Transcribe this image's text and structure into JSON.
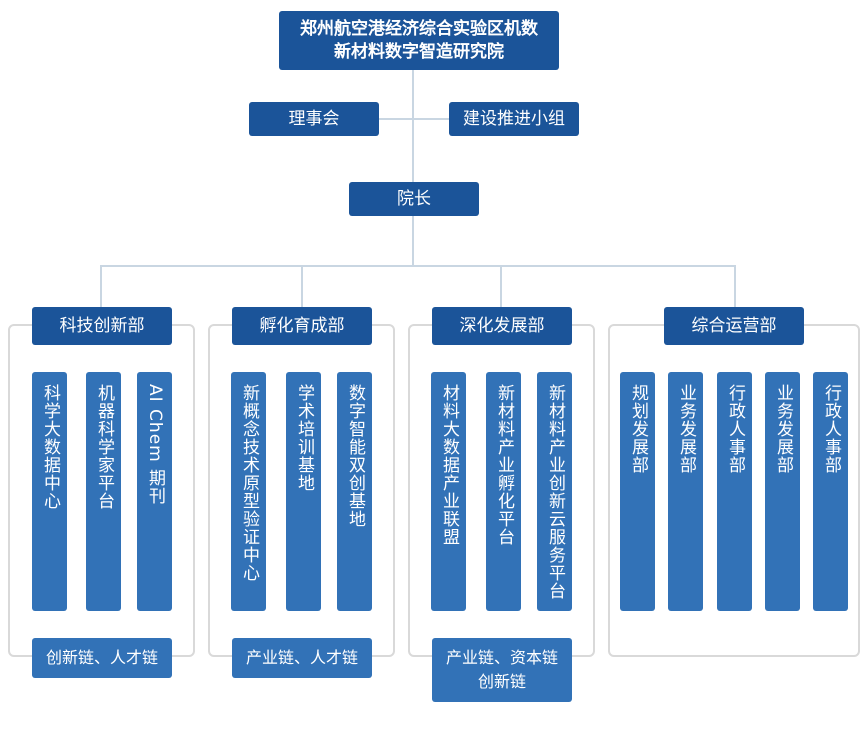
{
  "root": {
    "line1": "郑州航空港经济综合实验区机数",
    "line2": "新材料数字智造研究院"
  },
  "council": "理事会",
  "group": "建设推进小组",
  "president": "院长",
  "departments": [
    {
      "name": "科技创新部",
      "units": [
        "科学大数据中心",
        "机器科学家平台",
        "AI Chem 期刊"
      ],
      "chain": [
        "创新链、人才链"
      ]
    },
    {
      "name": "孵化育成部",
      "units": [
        "新概念技术原型验证中心",
        "学术培训基地",
        "数字智能双创基地"
      ],
      "chain": [
        "产业链、人才链"
      ]
    },
    {
      "name": "深化发展部",
      "units": [
        "材料大数据产业联盟",
        "新材料产业孵化平台",
        "新材料产业创新云服务平台"
      ],
      "chain": [
        "产业链、资本链",
        "创新链"
      ]
    },
    {
      "name": "综合运营部",
      "units": [
        "规划发展部",
        "业务发展部",
        "行政人事部",
        "业务发展部",
        "行政人事部"
      ]
    }
  ]
}
